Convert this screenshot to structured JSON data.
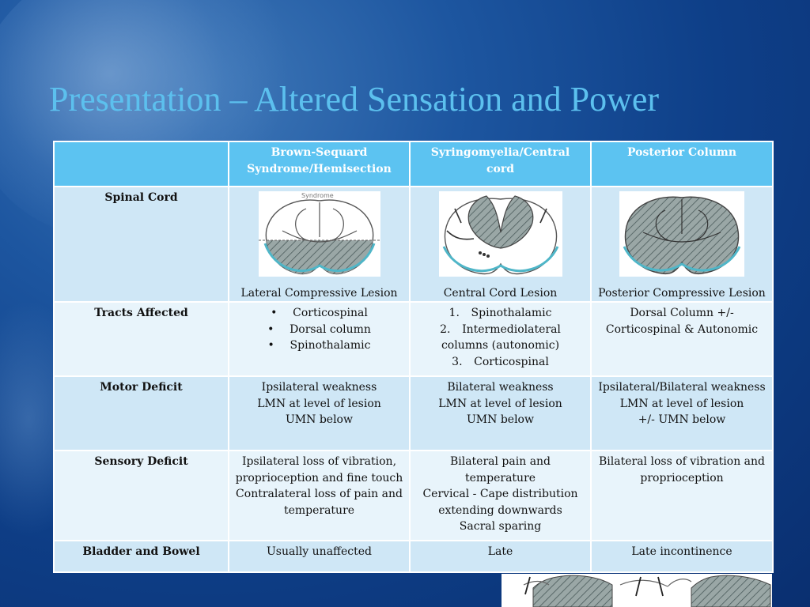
{
  "title": "Presentation – Altered Sensation and Power",
  "columns": [
    "",
    "Brown-Sequard Syndrome/Hemisection",
    "Syringomyelia/Central cord",
    "Posterior Column"
  ],
  "rows": {
    "spinal_cord": {
      "label": "Spinal Cord",
      "brown_caption": "Lateral Compressive Lesion",
      "central_caption": "Central Cord Lesion",
      "posterior_caption": "Posterior Compressive Lesion",
      "image_text": "Syndrome"
    },
    "tracts": {
      "label": "Tracts Affected",
      "brown_bullet": "•",
      "brown": [
        "Corticospinal",
        "Dorsal column",
        "Spinothalamic"
      ],
      "central_markers": [
        "1.",
        "2.",
        "3."
      ],
      "central": [
        "Spinothalamic",
        "Intermediolateral columns (autonomic)",
        "Corticospinal"
      ],
      "posterior": "Dorsal Column +/- Corticospinal & Autonomic"
    },
    "motor": {
      "label": "Motor Deficit",
      "brown": [
        "Ipsilateral weakness",
        "LMN at level of lesion",
        "UMN below"
      ],
      "central": [
        "Bilateral weakness",
        "LMN at level of lesion",
        "UMN below"
      ],
      "posterior": [
        "Ipsilateral/Bilateral weakness",
        "LMN at level of lesion",
        "+/- UMN below"
      ]
    },
    "sensory": {
      "label": "Sensory Deficit",
      "brown": [
        "Ipsilateral loss of vibration, proprioception and fine touch",
        "Contralateral loss of pain and temperature"
      ],
      "central": [
        "Bilateral pain and temperature",
        "Cervical - Cape distribution extending downwards",
        "Sacral sparing"
      ],
      "posterior": "Bilateral loss of vibration and proprioception"
    },
    "bladder": {
      "label": "Bladder and Bowel",
      "brown": "Usually unaffected",
      "central": "Late",
      "posterior": "Late incontinence"
    }
  }
}
